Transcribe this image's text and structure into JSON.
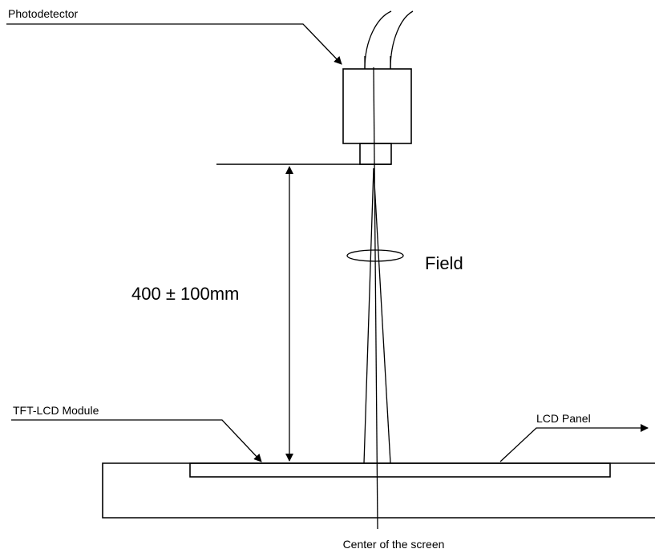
{
  "labels": {
    "photodetector": "Photodetector",
    "field": "Field",
    "distance": "400 ± 100mm",
    "tft_lcd_module": "TFT-LCD Module",
    "lcd_panel": "LCD Panel",
    "center": "Center of the screen"
  }
}
